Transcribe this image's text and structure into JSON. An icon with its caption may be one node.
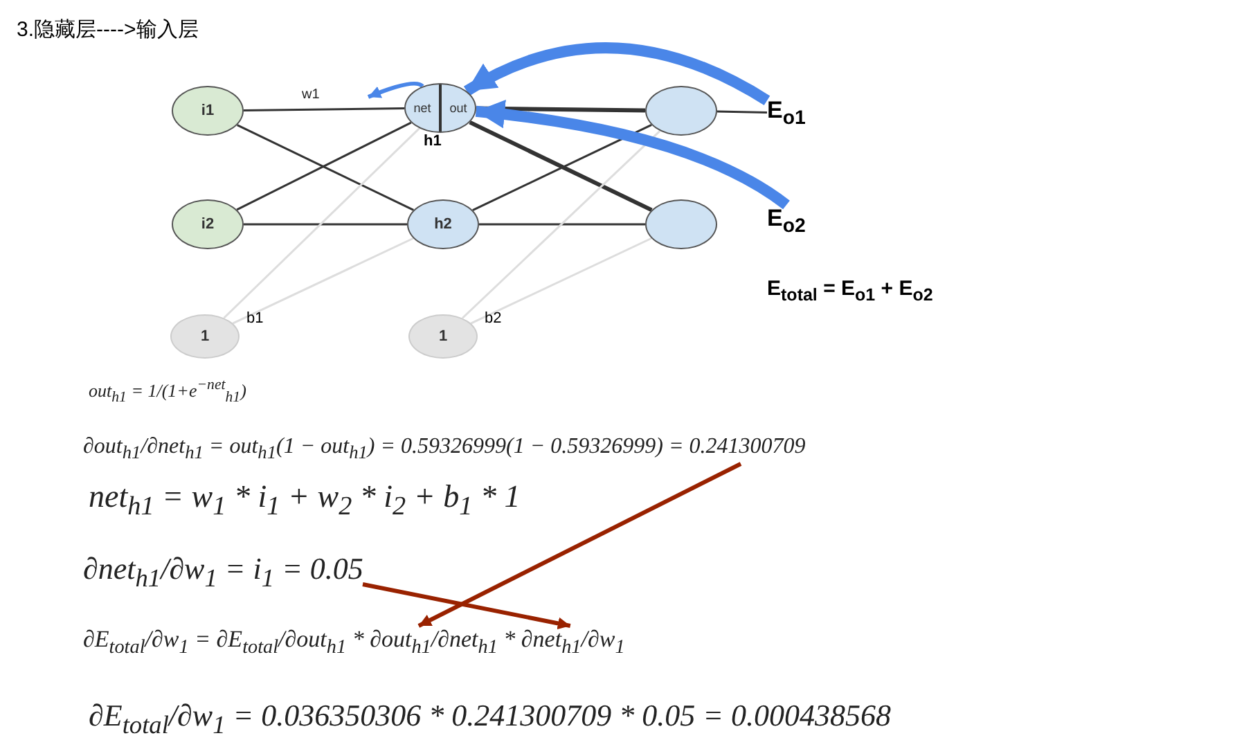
{
  "diagram": {
    "title": "3.隐藏层---->输入层",
    "nodes": [
      {
        "text": [
          "i1"
        ]
      },
      {
        "text": [
          "i2"
        ]
      },
      {
        "text": [
          "1"
        ],
        "beside": [
          "b1"
        ]
      },
      {
        "text": [
          "net",
          "out"
        ],
        "beside": [
          "h1"
        ]
      },
      {
        "text": [
          "h2"
        ]
      },
      {
        "text": [
          "1"
        ],
        "beside": [
          "b2"
        ]
      },
      {
        "text": [],
        "shape": "circle"
      },
      {
        "text": [],
        "shape": "circle"
      },
      {
        "text": [
          "E$_{o1}$"
        ]
      },
      {
        "text": [
          "E$_{o2}$"
        ]
      },
      {
        "text": [
          "∂out$_{h1}$/∂net$_{h1}$ = out$_{h1}$(1 − out$_{h1}$) = 0.59326999(1 − 0.59326999) = 0.241300709"
        ]
      },
      {
        "text": [
          "∂net$_{h1}$/∂w$_{1}$ = i$_{1}$ = 0.05"
        ]
      },
      {
        "text": [
          "∂E$_{total}$/∂w$_{1}$ = ∂E$_{total}$/∂out$_{h1}$ * ∂out$_{h1}$/∂net$_{h1}$ * ∂net$_{h1}$/∂w$_{1}$"
        ]
      }
    ],
    "edges": [
      {
        "from": 0,
        "to": 3,
        "arrow": "none",
        "label": "w1"
      },
      {
        "from": 0,
        "to": 4,
        "arrow": "none"
      },
      {
        "from": 1,
        "to": 3,
        "arrow": "none"
      },
      {
        "from": 1,
        "to": 4,
        "arrow": "none"
      },
      {
        "from": 2,
        "to": 3,
        "arrow": "none",
        "color": "#dddddd"
      },
      {
        "from": 2,
        "to": 4,
        "arrow": "none",
        "color": "#dddddd"
      },
      {
        "from": 3,
        "to": 6,
        "arrow": "none",
        "style": "thick"
      },
      {
        "from": 3,
        "to": 7,
        "arrow": "none",
        "style": "thick"
      },
      {
        "from": 4,
        "to": 6,
        "arrow": "none"
      },
      {
        "from": 4,
        "to": 7,
        "arrow": "none"
      },
      {
        "from": 5,
        "to": 6,
        "arrow": "none",
        "color": "#dddddd"
      },
      {
        "from": 5,
        "to": 7,
        "arrow": "none",
        "color": "#dddddd"
      },
      {
        "from": 6,
        "to": 8,
        "arrow": "none"
      },
      {
        "from": 8,
        "to": 3,
        "arrow": "to",
        "style": "thick",
        "color": "#4a86e8"
      },
      {
        "from": 9,
        "to": 3,
        "arrow": "to",
        "style": "thick",
        "color": "#4a86e8"
      },
      {
        "from": 3,
        "to": null,
        "arrow": "to",
        "style": "thick",
        "color": "#4a86e8"
      },
      {
        "from": 10,
        "to": 12,
        "arrow": "to",
        "style": "thick",
        "color": "#992200"
      },
      {
        "from": 11,
        "to": 12,
        "arrow": "to",
        "style": "thick",
        "color": "#992200"
      }
    ],
    "labels": [
      "E$_{total}$ = E$_{o1}$ + E$_{o2}$",
      "out$_{h1}$ = 1/(1+e$^{−net}$$_{h1}$)",
      "net$_{h1}$ = w$_{1}$ * i$_{1}$ + w$_{2}$ * i$_{2}$ + b$_{1}$ * 1",
      "∂E$_{total}$/∂w$_{1}$ = 0.036350306 * 0.241300709 * 0.05 = 0.000438568"
    ]
  }
}
